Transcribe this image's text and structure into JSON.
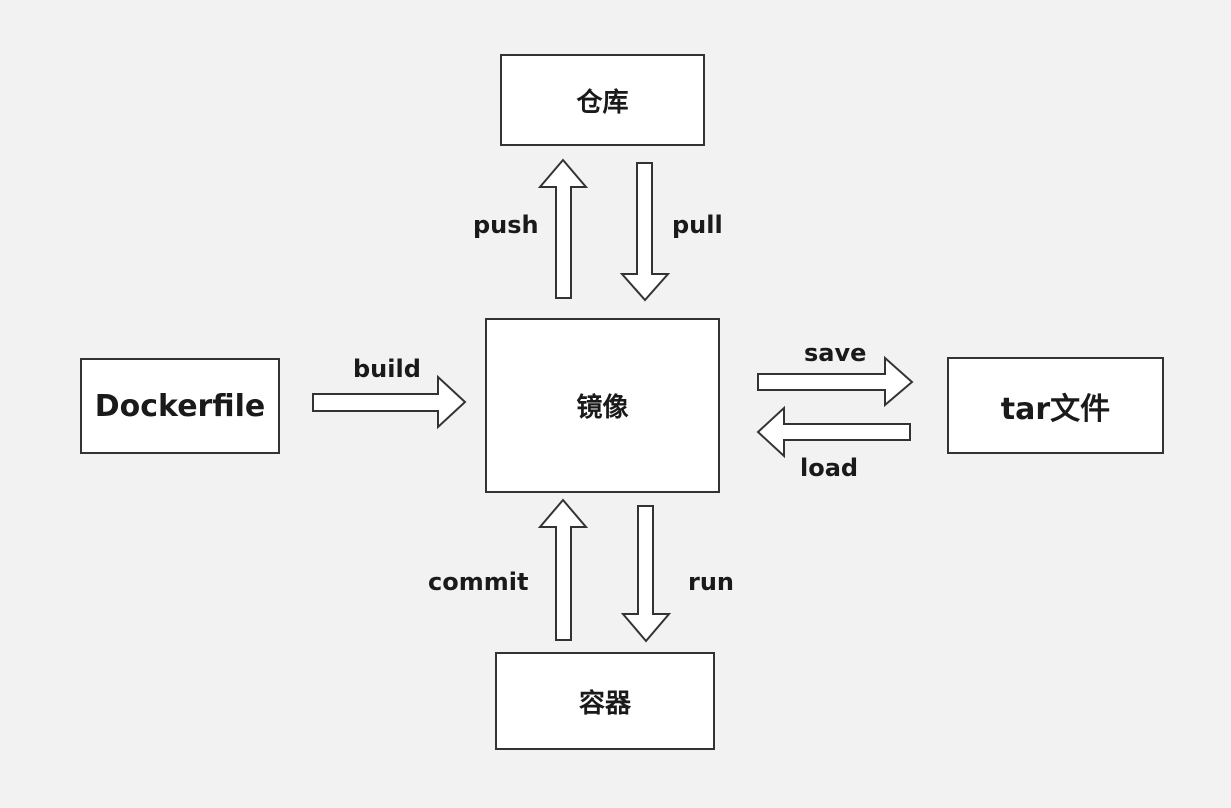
{
  "nodes": {
    "repository": "仓库",
    "image": "镜像",
    "dockerfile": "Dockerfile",
    "tar_file": "tar文件",
    "container": "容器"
  },
  "edges": {
    "push": "push",
    "pull": "pull",
    "build": "build",
    "save": "save",
    "load": "load",
    "commit": "commit",
    "run": "run"
  },
  "colors": {
    "background": "#f2f2f2",
    "box_fill": "#ffffff",
    "stroke": "#333333"
  }
}
